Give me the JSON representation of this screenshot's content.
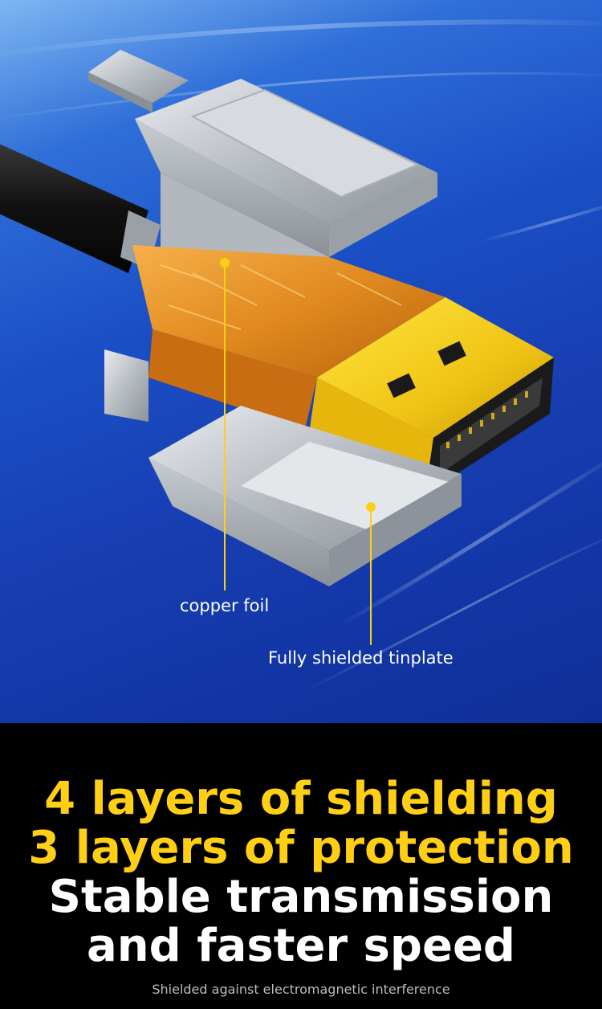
{
  "callouts": {
    "copper_foil": "copper foil",
    "tinplate": "Fully shielded tinplate"
  },
  "headline": {
    "line1": "4 layers of shielding",
    "line2": "3 layers of protection",
    "line3": "Stable transmission",
    "line4": "and faster speed"
  },
  "footnote": "Shielded against electromagnetic interference",
  "colors": {
    "accent_yellow": "#ffcf16",
    "background_blue": "#1b4fc6",
    "bottom_black": "#000000"
  }
}
